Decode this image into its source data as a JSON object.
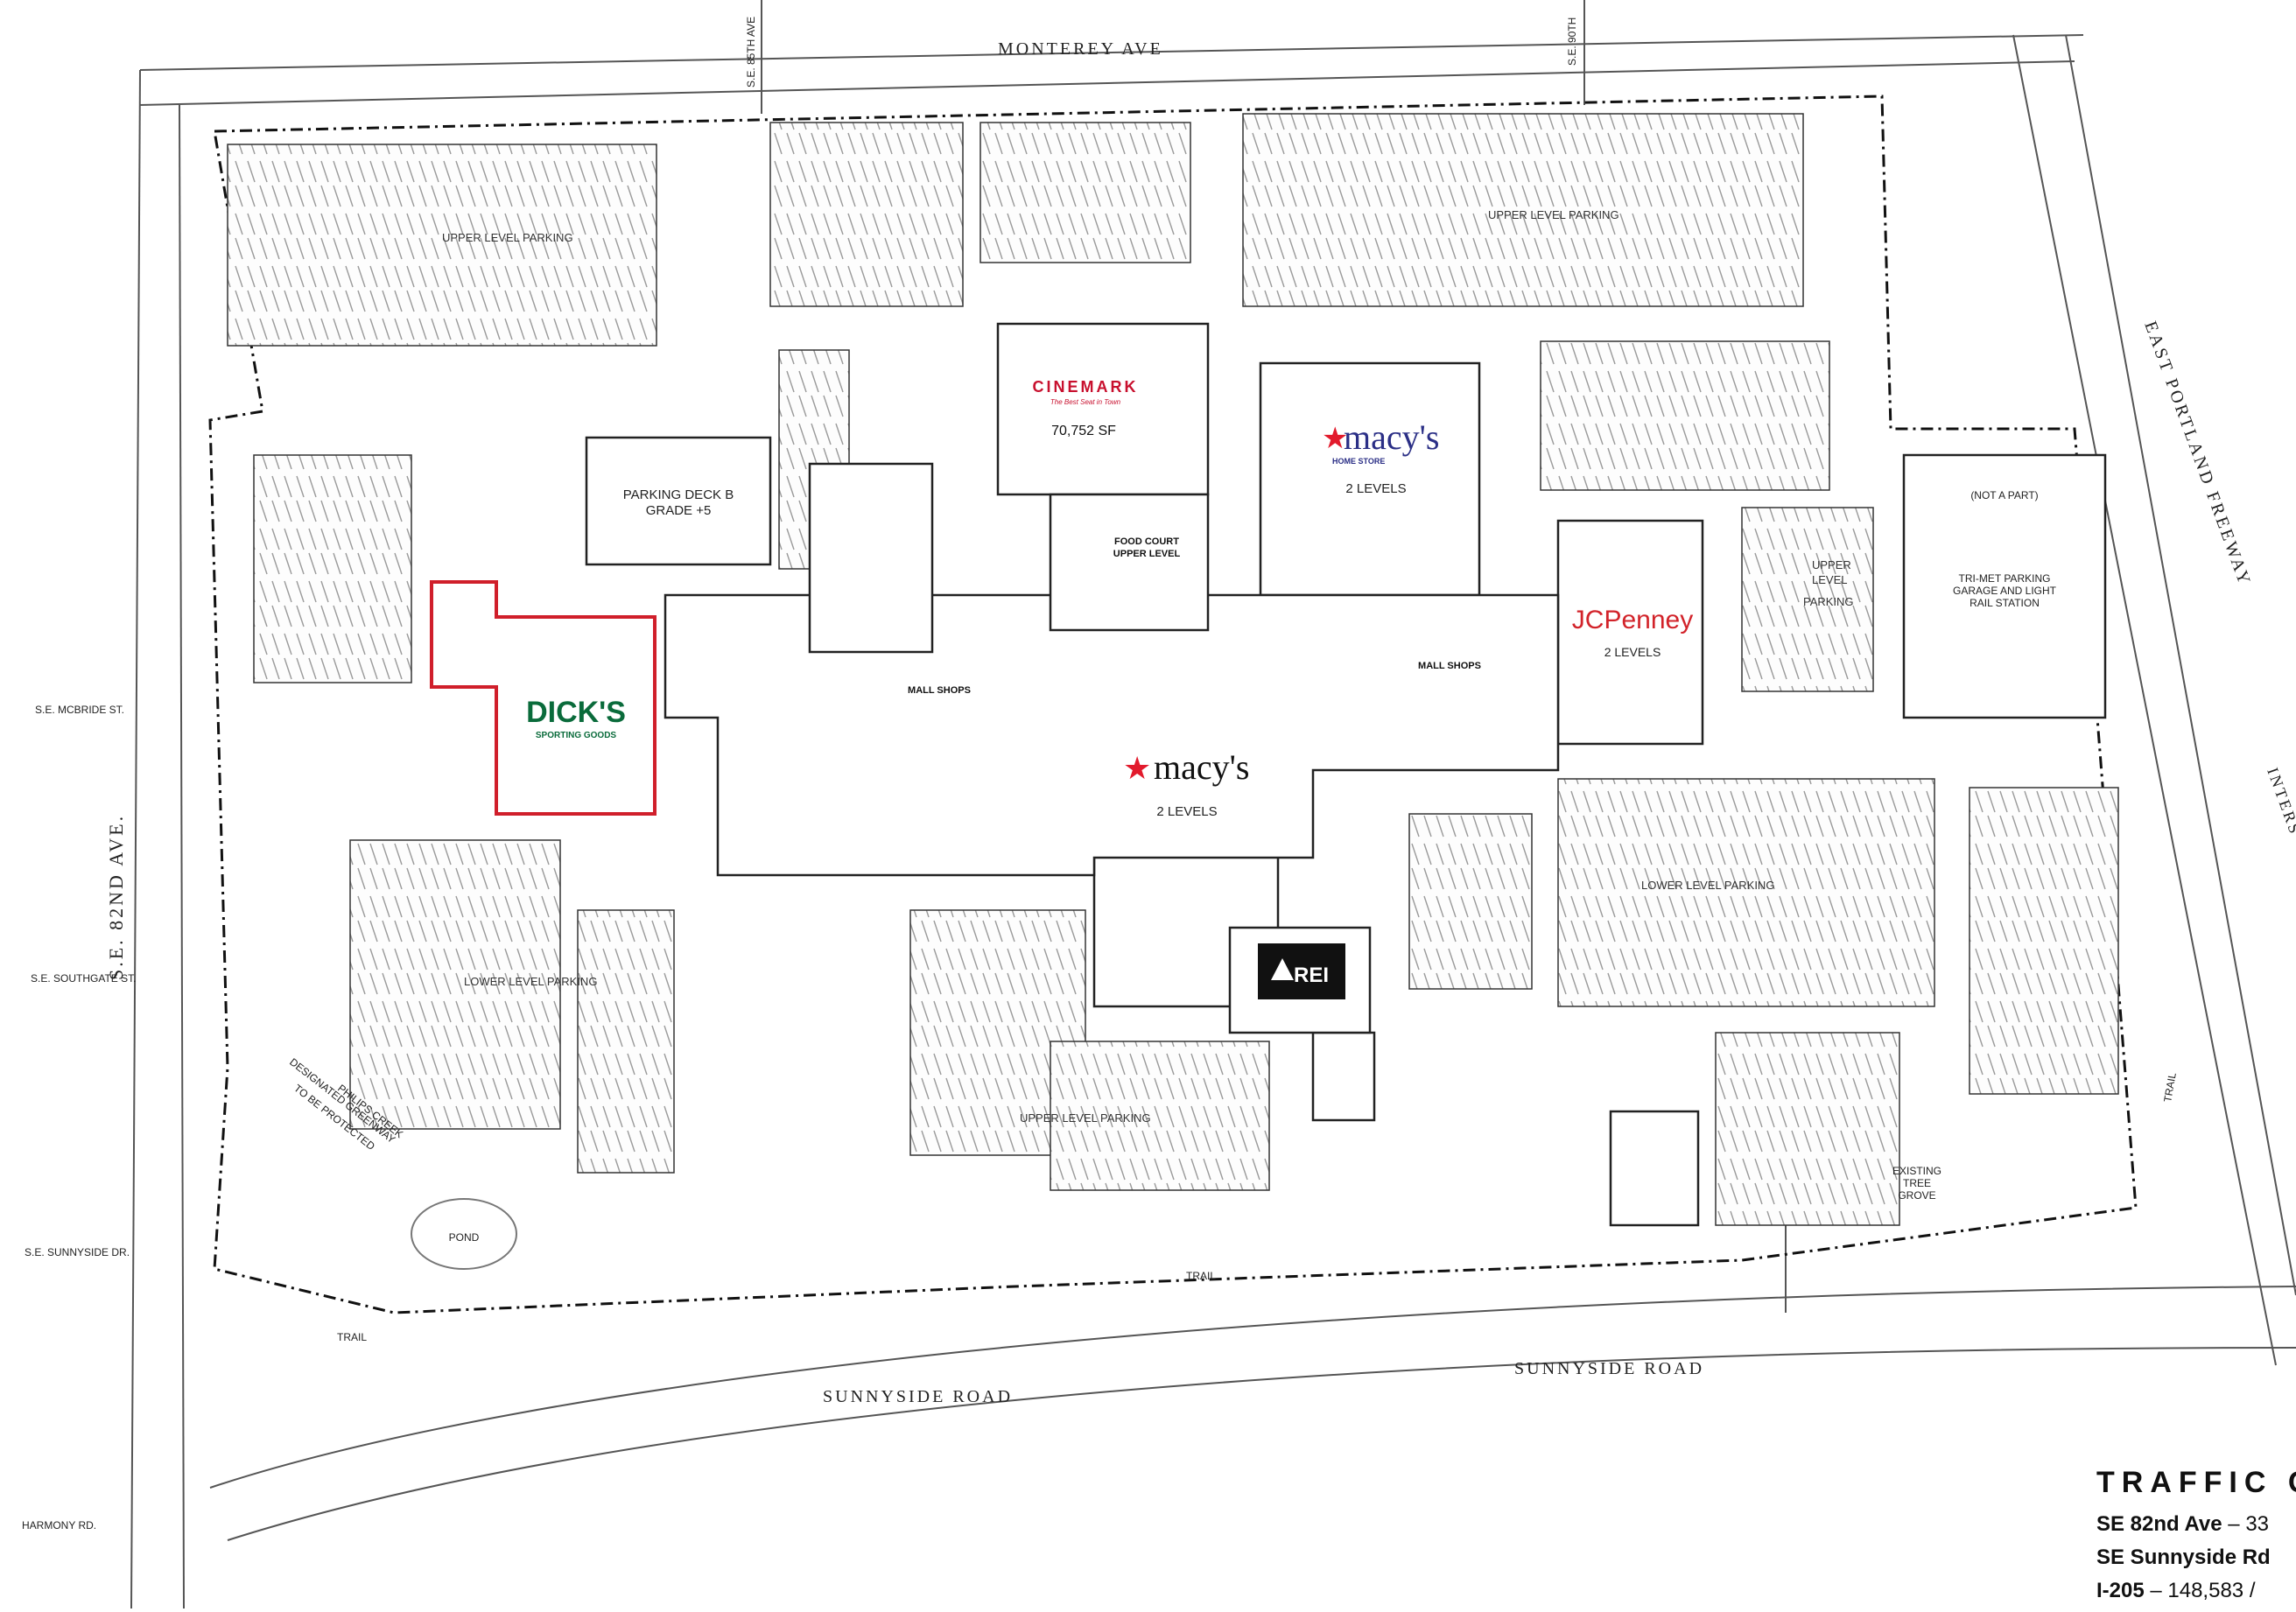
{
  "roads": {
    "monterey": "MONTEREY AVE",
    "se85": "S.E. 85TH AVE",
    "se90": "S.E. 90TH",
    "east_portland": "EAST PORTLAND FREEWAY",
    "interstate": "INTERS",
    "se82": "S.E. 82ND AVE.",
    "mcbride": "S.E. MCBRIDE ST.",
    "southgate": "S.E. SOUTHGATE ST.",
    "sunnyside_dr": "S.E. SUNNYSIDE DR.",
    "harmony": "HARMONY RD.",
    "sunnyside_left": "SUNNYSIDE ROAD",
    "sunnyside_right": "SUNNYSIDE ROAD"
  },
  "lots": {
    "upper_nw": "UPPER LEVEL PARKING",
    "upper_ne": "UPPER LEVEL PARKING",
    "lower_w": "LOWER LEVEL PARKING",
    "lower_e": "LOWER LEVEL PARKING",
    "upper_s": "UPPER LEVEL PARKING",
    "upper_level_parking": [
      "UPPER",
      "LEVEL",
      "PARKING"
    ]
  },
  "buildings": {
    "deck_b": [
      "PARKING DECK B",
      "GRADE +5"
    ],
    "cinemark_logo": "CINEMARK",
    "cinemark_tagline": "The Best Seat in Town",
    "cinemark_sf": "70,752 SF",
    "macys_home_logo": "macy's",
    "macys_home_sub": "HOME STORE",
    "macys_home_levels": "2 LEVELS",
    "food_court": [
      "FOOD COURT",
      "UPPER LEVEL"
    ],
    "mall_shops_1": "MALL SHOPS",
    "mall_shops_2": "MALL SHOPS",
    "jcp_logo": "JCPenney",
    "jcp_levels": "2 LEVELS",
    "macys_logo": "macy's",
    "macys_levels": "2 LEVELS",
    "dicks_logo": "DICK'S",
    "dicks_sub": "SPORTING GOODS",
    "rei_logo": "REI",
    "trimet": [
      "(NOT A PART)",
      "TRI-MET PARKING",
      "GARAGE AND LIGHT",
      "RAIL STATION"
    ],
    "pond": "POND",
    "tree_grove": [
      "EXISTING",
      "TREE",
      "GROVE"
    ],
    "greenway": [
      "PHILIPS CREEK",
      "DESIGNATED GREENWAY",
      "TO BE PROTECTED"
    ],
    "trail": "TRAIL"
  },
  "traffic": {
    "title": "TRAFFIC C",
    "rows": [
      {
        "road": "SE 82nd Ave",
        "value": "– 33"
      },
      {
        "road": "SE Sunnyside Rd",
        "value": ""
      },
      {
        "road": "I-205",
        "value": "– 148,583 /"
      }
    ]
  },
  "colors": {
    "dicks_green": "#0a6b3b",
    "dicks_outline": "#d01f2b",
    "macys_red": "#e21a2c",
    "macys_home_blue": "#2b2f86",
    "jcp_red": "#d2232a",
    "cinemark_red": "#c8102e"
  }
}
